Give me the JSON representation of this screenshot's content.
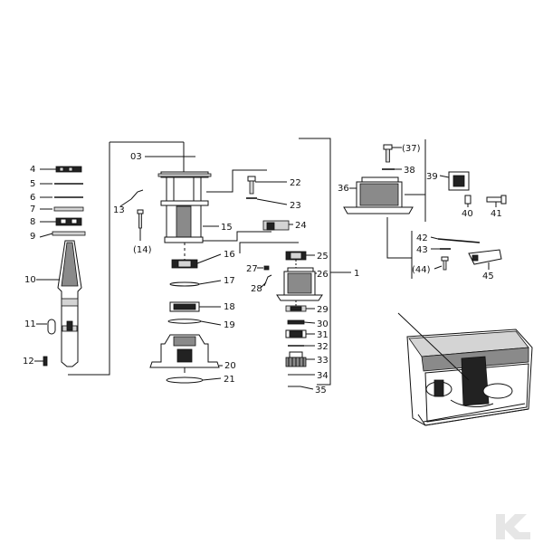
{
  "diagram": {
    "part_labels": [
      {
        "id": "p03",
        "text": "03"
      },
      {
        "id": "p1",
        "text": "1"
      },
      {
        "id": "p4",
        "text": "4"
      },
      {
        "id": "p5",
        "text": "5"
      },
      {
        "id": "p6",
        "text": "6"
      },
      {
        "id": "p7",
        "text": "7"
      },
      {
        "id": "p8",
        "text": "8"
      },
      {
        "id": "p9",
        "text": "9"
      },
      {
        "id": "p10",
        "text": "10"
      },
      {
        "id": "p11",
        "text": "11"
      },
      {
        "id": "p12",
        "text": "12"
      },
      {
        "id": "p13",
        "text": "13"
      },
      {
        "id": "p14",
        "text": "(14)"
      },
      {
        "id": "p15",
        "text": "15"
      },
      {
        "id": "p16",
        "text": "16"
      },
      {
        "id": "p17",
        "text": "17"
      },
      {
        "id": "p18",
        "text": "18"
      },
      {
        "id": "p19",
        "text": "19"
      },
      {
        "id": "p20",
        "text": "20"
      },
      {
        "id": "p21",
        "text": "21"
      },
      {
        "id": "p22",
        "text": "22"
      },
      {
        "id": "p23",
        "text": "23"
      },
      {
        "id": "p24",
        "text": "24"
      },
      {
        "id": "p25",
        "text": "25"
      },
      {
        "id": "p26",
        "text": "26"
      },
      {
        "id": "p27",
        "text": "27"
      },
      {
        "id": "p28",
        "text": "28"
      },
      {
        "id": "p29",
        "text": "29"
      },
      {
        "id": "p30",
        "text": "30"
      },
      {
        "id": "p31",
        "text": "31"
      },
      {
        "id": "p32",
        "text": "32"
      },
      {
        "id": "p33",
        "text": "33"
      },
      {
        "id": "p34",
        "text": "34"
      },
      {
        "id": "p35",
        "text": "35"
      },
      {
        "id": "p36",
        "text": "36"
      },
      {
        "id": "p37",
        "text": "(37)"
      },
      {
        "id": "p38",
        "text": "38"
      },
      {
        "id": "p39",
        "text": "39"
      },
      {
        "id": "p40",
        "text": "40"
      },
      {
        "id": "p41",
        "text": "41"
      },
      {
        "id": "p42",
        "text": "42"
      },
      {
        "id": "p43",
        "text": "43"
      },
      {
        "id": "p44",
        "text": "(44)"
      },
      {
        "id": "p45",
        "text": "45"
      }
    ]
  },
  "colors": {
    "ink": "#111111",
    "background": "#ffffff",
    "logo": "#e6e6e6"
  },
  "logo": {
    "icon": "k-brand-logo-icon",
    "text": "K"
  }
}
